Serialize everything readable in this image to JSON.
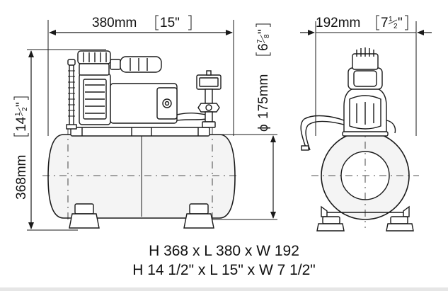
{
  "dimensions": {
    "side_width": {
      "metric": "380mm",
      "imperial": "15\""
    },
    "front_width": {
      "metric": "192mm",
      "imperial_whole": "7",
      "imperial_num": "1",
      "imperial_den": "2",
      "imperial_unit": "\""
    },
    "height": {
      "metric": "368mm",
      "imperial_whole": "14",
      "imperial_num": "1",
      "imperial_den": "2",
      "imperial_unit": "\""
    },
    "tank_diameter": {
      "symbol": "ϕ",
      "metric": "175mm",
      "imperial_whole": "6",
      "imperial_num": "7",
      "imperial_den": "8",
      "imperial_unit": "\""
    }
  },
  "summary": {
    "metric": "H 368 x L 380 x W 192",
    "imperial": "H 14 1/2\" x L 15\" x W 7 1/2\""
  },
  "colors": {
    "line": "#1a1a1a",
    "fill": "#ffffff",
    "tank_shade": "#f4f4f4",
    "rule": "#e6e6e6"
  }
}
